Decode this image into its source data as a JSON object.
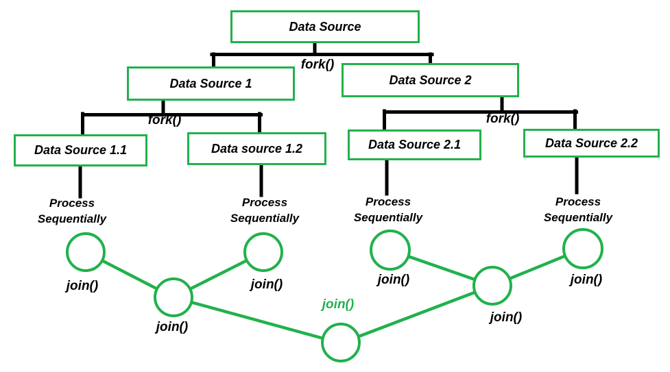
{
  "colors": {
    "green": "#22b14c",
    "line_black": "#000000"
  },
  "nodes": {
    "root": "Data Source",
    "ds1": "Data Source 1",
    "ds2": "Data Source 2",
    "ds11": "Data Source 1.1",
    "ds12": "Data source 1.2",
    "ds21": "Data Source 2.1",
    "ds22": "Data Source 2.2"
  },
  "labels": {
    "fork": "fork()",
    "join": "join()",
    "join_final": "join()",
    "process_line1": "Process",
    "process_line2": "Sequentially"
  }
}
